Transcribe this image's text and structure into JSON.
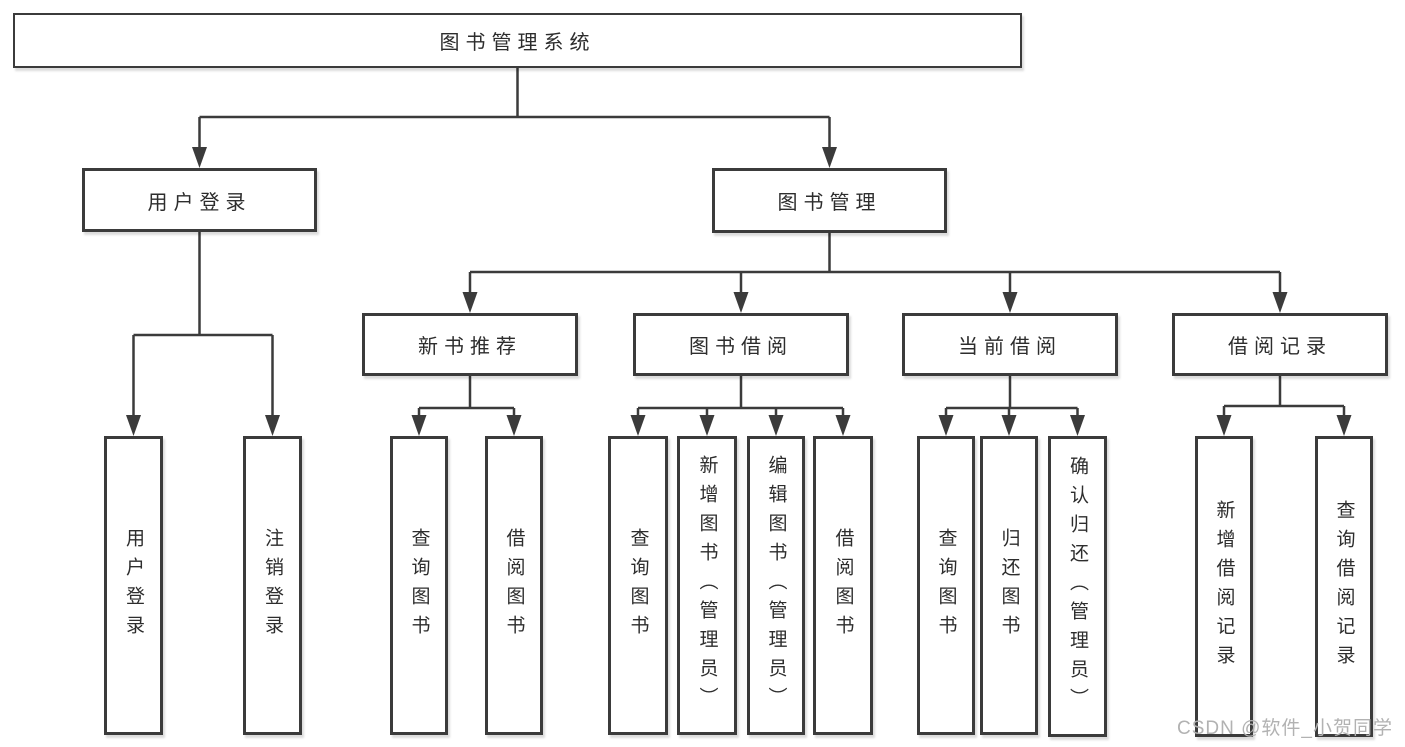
{
  "diagram": {
    "root": {
      "label": "图书管理系统"
    },
    "branches": [
      {
        "label": "用户登录",
        "children": [
          {
            "label": "用户登录"
          },
          {
            "label": "注销登录"
          }
        ]
      },
      {
        "label": "图书管理",
        "children": [
          {
            "label": "新书推荐",
            "children": [
              {
                "label": "查询图书"
              },
              {
                "label": "借阅图书"
              }
            ]
          },
          {
            "label": "图书借阅",
            "children": [
              {
                "label": "查询图书"
              },
              {
                "label": "新增图书（管理员）"
              },
              {
                "label": "编辑图书（管理员）"
              },
              {
                "label": "借阅图书"
              }
            ]
          },
          {
            "label": "当前借阅",
            "children": [
              {
                "label": "查询图书"
              },
              {
                "label": "归还图书"
              },
              {
                "label": "确认归还（管理员）"
              }
            ]
          },
          {
            "label": "借阅记录",
            "children": [
              {
                "label": "新增借阅记录"
              },
              {
                "label": "查询借阅记录"
              }
            ]
          }
        ]
      }
    ]
  },
  "watermark": {
    "text": "CSDN @软件_小贺同学"
  },
  "colors": {
    "line": "#3b3b3b",
    "text": "#2d2d2d",
    "background": "#ffffff",
    "watermark": "#b2b2b2"
  }
}
